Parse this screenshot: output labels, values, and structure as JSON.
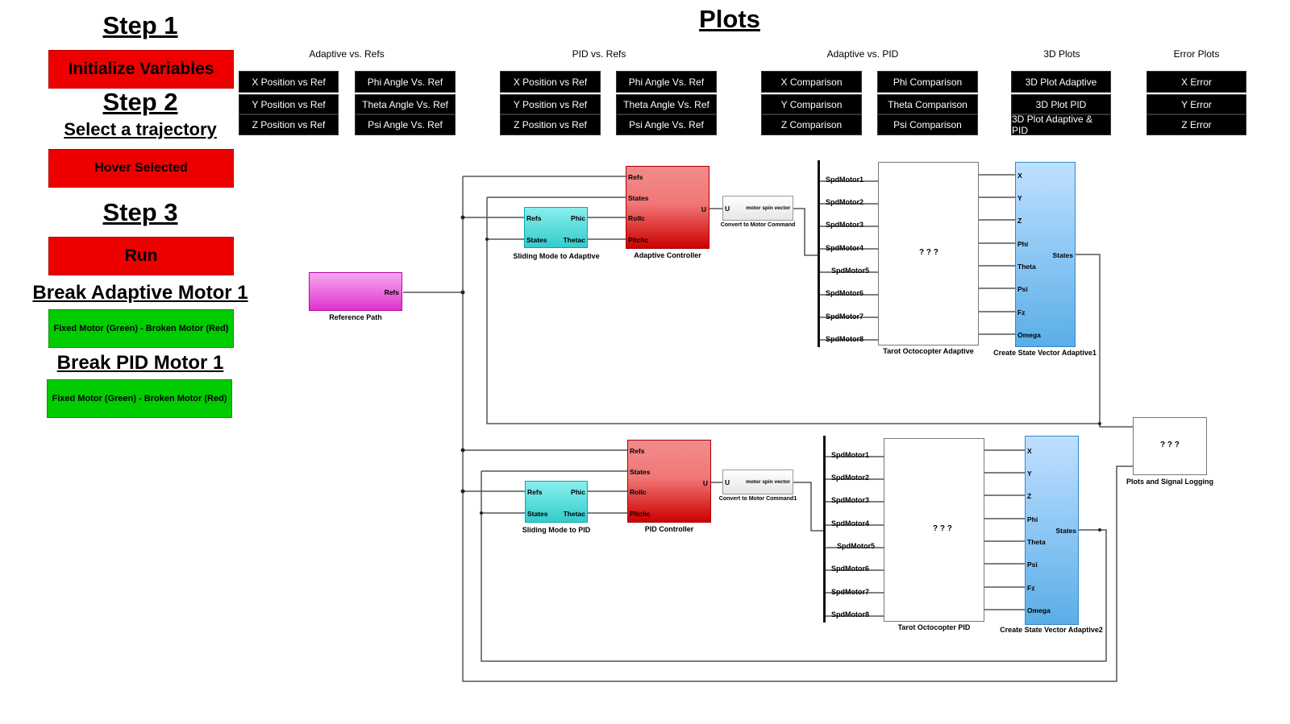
{
  "steps": {
    "step1_title": "Step 1",
    "init_button": "Initialize Variables",
    "step2_title": "Step 2",
    "step2_subtitle": "Select a trajectory",
    "hover_button": "Hover Selected",
    "step3_title": "Step 3",
    "run_button": "Run",
    "break_adaptive_title": "Break Adaptive Motor 1",
    "break_adaptive_button": "Fixed Motor (Green) - Broken Motor (Red)",
    "break_pid_title": "Break PID Motor 1",
    "break_pid_button": "Fixed Motor (Green) - Broken Motor (Red)"
  },
  "plots": {
    "title": "Plots",
    "groups": [
      {
        "title": "Adaptive vs. Refs",
        "buttons": [
          "X Position vs Ref",
          "Y Position vs Ref",
          "Z Position vs Ref",
          "Phi Angle Vs. Ref",
          "Theta Angle Vs. Ref",
          "Psi Angle Vs. Ref"
        ]
      },
      {
        "title": "PID vs. Refs",
        "buttons": [
          "X Position vs Ref",
          "Y Position vs Ref",
          "Z Position vs Ref",
          "Phi Angle Vs. Ref",
          "Theta Angle Vs. Ref",
          "Psi Angle Vs. Ref"
        ]
      },
      {
        "title": "Adaptive vs. PID",
        "buttons": [
          "X Comparison",
          "Y Comparison",
          "Z Comparison",
          "Phi Comparison",
          "Theta Comparison",
          "Psi Comparison"
        ]
      },
      {
        "title": "3D Plots",
        "buttons": [
          "3D Plot Adaptive",
          "3D Plot PID",
          "3D Plot Adaptive & PID"
        ]
      },
      {
        "title": "Error Plots",
        "buttons": [
          "X Error",
          "Y Error",
          "Z Error"
        ]
      }
    ]
  },
  "diagram": {
    "reference_path": {
      "port": "Refs",
      "label": "Reference Path"
    },
    "sliding_adaptive": {
      "in": [
        "Refs",
        "States"
      ],
      "out": [
        "Phic",
        "Thetac"
      ],
      "label": "Sliding Mode to Adaptive"
    },
    "sliding_pid": {
      "in": [
        "Refs",
        "States"
      ],
      "out": [
        "Phic",
        "Thetac"
      ],
      "label": "Sliding Mode to PID"
    },
    "adaptive_controller": {
      "in": [
        "Refs",
        "States",
        "Rollc",
        "Pitchc"
      ],
      "out": "U",
      "label": "Adaptive Controller"
    },
    "pid_controller": {
      "in": [
        "Refs",
        "States",
        "Rollc",
        "Pitchc"
      ],
      "out": "U",
      "label": "PID Controller"
    },
    "convert_adaptive": {
      "in": "U",
      "text": "motor spin vector",
      "label": "Convert to Motor Command"
    },
    "convert_pid": {
      "in": "U",
      "text": "motor spin vector",
      "label": "Convert to Motor Command1"
    },
    "motors": [
      "SpdMotor1",
      "SpdMotor2",
      "SpdMotor3",
      "SpdMotor4",
      "SpdMotor5",
      "SpdMotor6",
      "SpdMotor7",
      "SpdMotor8"
    ],
    "octo_adaptive": {
      "text": "? ? ?",
      "label": "Tarot Octocopter Adaptive"
    },
    "octo_pid": {
      "text": "? ? ?",
      "label": "Tarot Octocopter PID"
    },
    "state_inputs": [
      "X",
      "Y",
      "Z",
      "Phi",
      "Theta",
      "Psi",
      "Fz",
      "Omega"
    ],
    "state_adaptive": {
      "out": "States",
      "label": "Create State Vector Adaptive1"
    },
    "state_pid": {
      "out": "States",
      "label": "Create State Vector Adaptive2"
    },
    "plots_logging": {
      "text": "? ? ?",
      "label": "Plots and Signal Logging"
    }
  },
  "colors": {
    "red": "#ee0000",
    "green": "#00cc00",
    "black": "#000000"
  }
}
